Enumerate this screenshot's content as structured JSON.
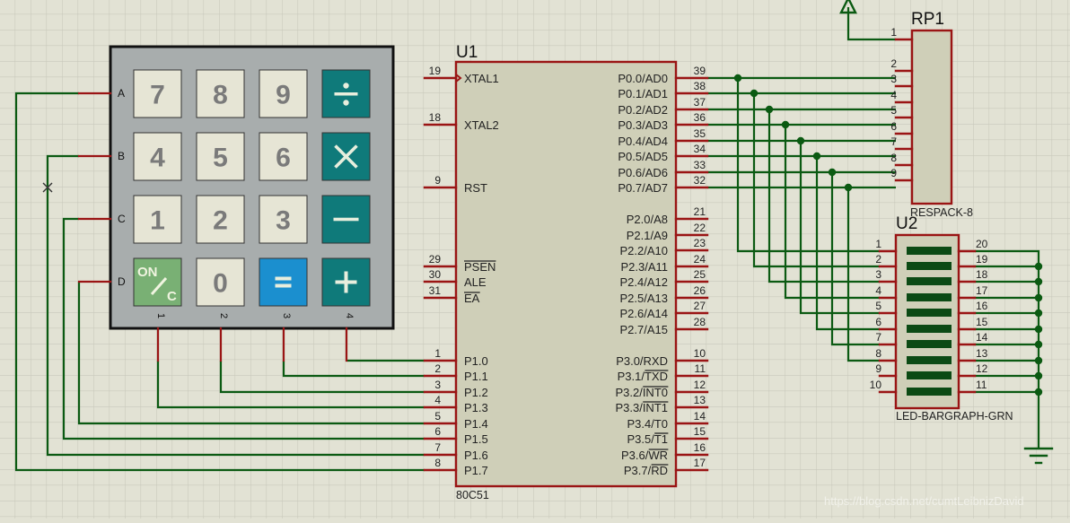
{
  "colors": {
    "background": "#e2e2d4",
    "grid": "#c9c9bc",
    "wire": "#0b5a12",
    "pin": "#9a1414",
    "chip_fill": "#cfcfb8",
    "chip_border": "#9a1414",
    "keypad_body": "#a8adad",
    "key_light": "#e6e5d5",
    "key_teal": "#0f7a7a",
    "key_green": "#79b074",
    "key_blue": "#1b8fcf",
    "led_bar": "#0b4a14"
  },
  "keypad": {
    "row_labels": [
      "A",
      "B",
      "C",
      "D"
    ],
    "col_labels": [
      "1",
      "2",
      "3",
      "4"
    ],
    "keys": [
      [
        {
          "label": "7",
          "kind": "light"
        },
        {
          "label": "8",
          "kind": "light"
        },
        {
          "label": "9",
          "kind": "light"
        },
        {
          "label": "÷",
          "kind": "teal",
          "icon": "divide-icon"
        }
      ],
      [
        {
          "label": "4",
          "kind": "light"
        },
        {
          "label": "5",
          "kind": "light"
        },
        {
          "label": "6",
          "kind": "light"
        },
        {
          "label": "×",
          "kind": "teal",
          "icon": "multiply-icon"
        }
      ],
      [
        {
          "label": "1",
          "kind": "light"
        },
        {
          "label": "2",
          "kind": "light"
        },
        {
          "label": "3",
          "kind": "light"
        },
        {
          "label": "−",
          "kind": "teal",
          "icon": "minus-icon"
        }
      ],
      [
        {
          "label": "ON/C",
          "kind": "green",
          "icon": "on-clear-icon"
        },
        {
          "label": "0",
          "kind": "light"
        },
        {
          "label": "=",
          "kind": "blue",
          "icon": "equals-icon"
        },
        {
          "label": "+",
          "kind": "teal",
          "icon": "plus-icon"
        }
      ]
    ]
  },
  "u1": {
    "refdes": "U1",
    "part": "80C51",
    "left_pins": [
      {
        "num": "19",
        "name": "XTAL1",
        "clock": true
      },
      {
        "num": "18",
        "name": "XTAL2"
      },
      {
        "num": "9",
        "name": "RST"
      },
      {
        "num": "29",
        "name": "PSEN",
        "overbar": "PSEN"
      },
      {
        "num": "30",
        "name": "ALE"
      },
      {
        "num": "31",
        "name": "EA",
        "overbar": "EA"
      },
      {
        "num": "1",
        "name": "P1.0"
      },
      {
        "num": "2",
        "name": "P1.1"
      },
      {
        "num": "3",
        "name": "P1.2"
      },
      {
        "num": "4",
        "name": "P1.3"
      },
      {
        "num": "5",
        "name": "P1.4"
      },
      {
        "num": "6",
        "name": "P1.5"
      },
      {
        "num": "7",
        "name": "P1.6"
      },
      {
        "num": "8",
        "name": "P1.7"
      }
    ],
    "right_pins": [
      {
        "num": "39",
        "name": "P0.0/AD0"
      },
      {
        "num": "38",
        "name": "P0.1/AD1"
      },
      {
        "num": "37",
        "name": "P0.2/AD2"
      },
      {
        "num": "36",
        "name": "P0.3/AD3"
      },
      {
        "num": "35",
        "name": "P0.4/AD4"
      },
      {
        "num": "34",
        "name": "P0.5/AD5"
      },
      {
        "num": "33",
        "name": "P0.6/AD6"
      },
      {
        "num": "32",
        "name": "P0.7/AD7"
      },
      {
        "num": "21",
        "name": "P2.0/A8"
      },
      {
        "num": "22",
        "name": "P2.1/A9"
      },
      {
        "num": "23",
        "name": "P2.2/A10"
      },
      {
        "num": "24",
        "name": "P2.3/A11"
      },
      {
        "num": "25",
        "name": "P2.4/A12"
      },
      {
        "num": "26",
        "name": "P2.5/A13"
      },
      {
        "num": "27",
        "name": "P2.6/A14"
      },
      {
        "num": "28",
        "name": "P2.7/A15"
      },
      {
        "num": "10",
        "name": "P3.0/RXD"
      },
      {
        "num": "11",
        "name": "P3.1/TXD",
        "overbar": "TXD"
      },
      {
        "num": "12",
        "name": "P3.2/INT0",
        "overbar": "INT0"
      },
      {
        "num": "13",
        "name": "P3.3/INT1",
        "overbar": "INT1"
      },
      {
        "num": "14",
        "name": "P3.4/T0"
      },
      {
        "num": "15",
        "name": "P3.5/T1",
        "overbar": "T1"
      },
      {
        "num": "16",
        "name": "P3.6/WR",
        "overbar": "WR"
      },
      {
        "num": "17",
        "name": "P3.7/RD",
        "overbar": "RD"
      }
    ]
  },
  "rp1": {
    "refdes": "RP1",
    "part": "RESPACK-8",
    "pins": [
      "1",
      "2",
      "3",
      "4",
      "5",
      "6",
      "7",
      "8",
      "9"
    ]
  },
  "u2": {
    "refdes": "U2",
    "part": "LED-BARGRAPH-GRN",
    "left_pins": [
      "1",
      "2",
      "3",
      "4",
      "5",
      "6",
      "7",
      "8",
      "9",
      "10"
    ],
    "right_pins": [
      "20",
      "19",
      "18",
      "17",
      "16",
      "15",
      "14",
      "13",
      "12",
      "11"
    ],
    "segments": 10
  },
  "connections": {
    "keypad_to_p1": [
      {
        "from": "col4",
        "to": "P1.0"
      },
      {
        "from": "col3",
        "to": "P1.1"
      },
      {
        "from": "col2",
        "to": "P1.2"
      },
      {
        "from": "col1",
        "to": "P1.3"
      },
      {
        "from": "D",
        "to": "P1.4"
      },
      {
        "from": "C",
        "to": "P1.5"
      },
      {
        "from": "B",
        "to": "P1.6"
      },
      {
        "from": "A",
        "to": "P1.7"
      }
    ],
    "p0_to_rp1": [
      "P0.0-RP1.2",
      "P0.1-RP1.3",
      "P0.2-RP1.4",
      "P0.3-RP1.5",
      "P0.4-RP1.6",
      "P0.5-RP1.7",
      "P0.6-RP1.8",
      "P0.7-RP1.9"
    ],
    "p0_to_u2": [
      "P0.0-U2.1",
      "P0.1-U2.2",
      "P0.2-U2.3",
      "P0.3-U2.4",
      "P0.4-U2.5",
      "P0.5-U2.6",
      "P0.6-U2.7",
      "P0.7-U2.8"
    ],
    "rp1_pin1": "power",
    "u2_right_pins": "ground"
  },
  "watermark": "https://blog.csdn.net/cumtLeibnizDavid"
}
